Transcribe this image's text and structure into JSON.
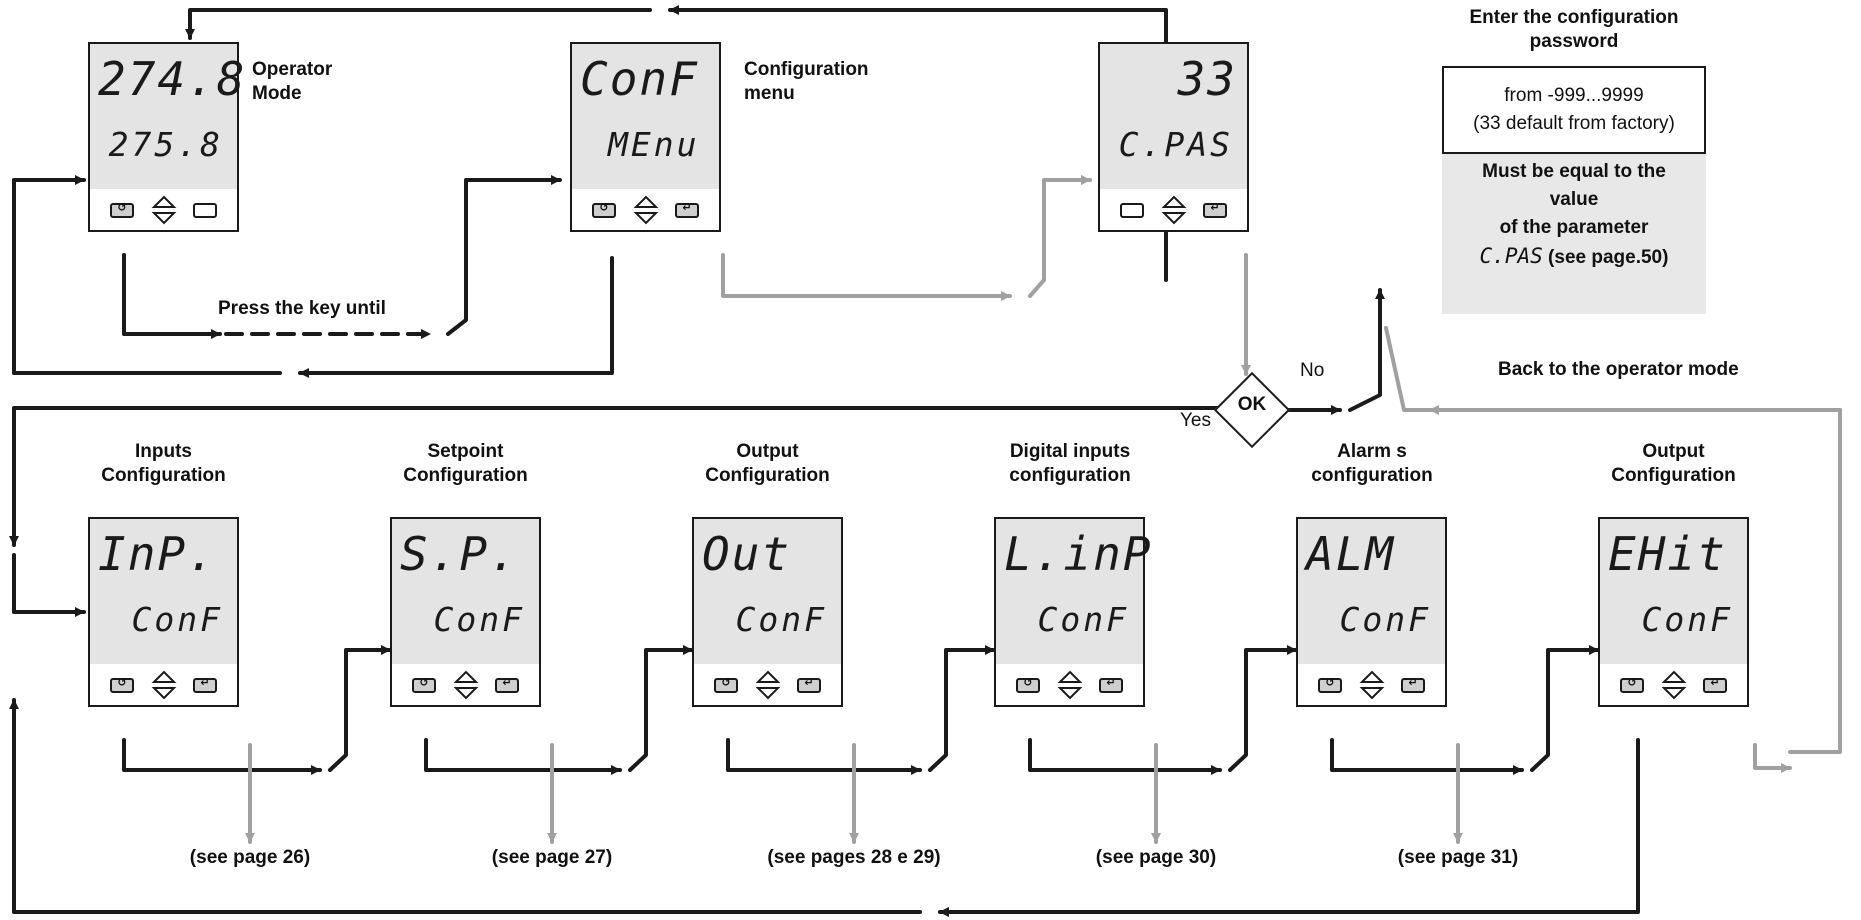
{
  "devices": [
    {
      "id": "operator",
      "top": "274.8",
      "bottom": "275.8",
      "left_key": "dark",
      "right_key": "plain"
    },
    {
      "id": "conf",
      "top": "ConF",
      "bottom": "MEnu",
      "left_key": "dark",
      "right_key": "enter"
    },
    {
      "id": "password",
      "top": "33",
      "bottom": "C.PAS",
      "left_key": "plain",
      "right_key": "enter"
    },
    {
      "id": "inputs",
      "top": "InP.",
      "bottom": "ConF",
      "left_key": "dark",
      "right_key": "enter"
    },
    {
      "id": "setpoint",
      "top": "S.P.",
      "bottom": "ConF",
      "left_key": "dark",
      "right_key": "enter"
    },
    {
      "id": "output",
      "top": "Out",
      "bottom": "ConF",
      "left_key": "dark",
      "right_key": "enter"
    },
    {
      "id": "digital",
      "top": "L.inP",
      "bottom": "ConF",
      "left_key": "dark",
      "right_key": "enter"
    },
    {
      "id": "alarms",
      "top": "ALM",
      "bottom": "ConF",
      "left_key": "dark",
      "right_key": "enter"
    },
    {
      "id": "exit",
      "top": "EHit",
      "bottom": "ConF",
      "left_key": "dark",
      "right_key": "enter"
    }
  ],
  "labels": {
    "operator_mode": "Operator\nMode",
    "configuration_menu": "Configuration\nmenu",
    "press_key": "Press the key until",
    "password_title": "Enter the configuration\npassword",
    "password_range": "from -999...9999",
    "password_default": "(33 default from factory)",
    "password_note": "Must be equal to the\nvalue\nof the parameter",
    "password_param": "C.PAS",
    "password_page": "(see page.50)",
    "ok": "OK",
    "no": "No",
    "yes": "Yes",
    "back_to_operator": "Back to the operator mode",
    "inputs_title": "Inputs\nConfiguration",
    "setpoint_title": "Setpoint\nConfiguration",
    "output_title": "Output\nConfiguration",
    "digital_title": "Digital inputs\nconfiguration",
    "alarms_title": "Alarm s\nconfiguration",
    "exit_title": "Output\nConfiguration",
    "see_26": "(see page 26)",
    "see_27": "(see page 27)",
    "see_28_29": "(see pages 28 e 29)",
    "see_30": "(see page 30)",
    "see_31": "(see page 31)"
  },
  "colors": {
    "line": "#1a1a1a",
    "grey_line": "#a0a0a0",
    "screen": "#e4e4e4",
    "note_bg": "#e8e8e8"
  }
}
